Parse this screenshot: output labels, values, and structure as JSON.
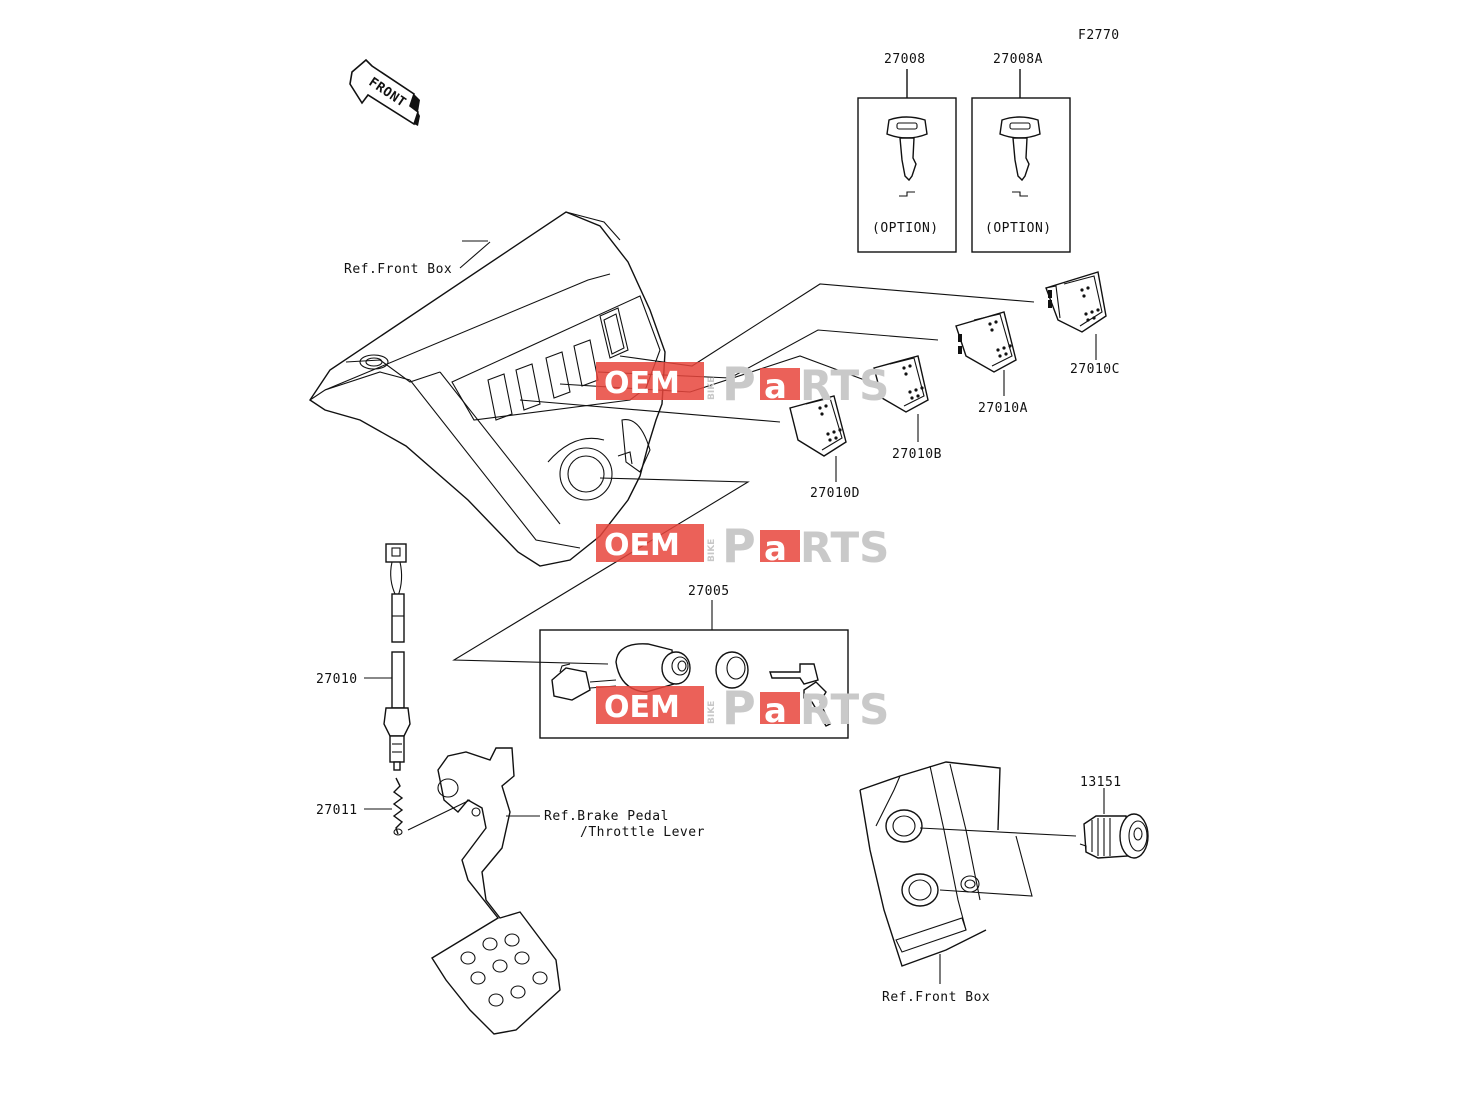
{
  "figure_code": "F2770",
  "front_arrow_label": "FRONT",
  "parts": [
    {
      "number": "27008",
      "note": "(OPTION)"
    },
    {
      "number": "27008A",
      "note": "(OPTION)"
    },
    {
      "number": "27010C"
    },
    {
      "number": "27010A"
    },
    {
      "number": "27010B"
    },
    {
      "number": "27010D"
    },
    {
      "number": "27005"
    },
    {
      "number": "27010"
    },
    {
      "number": "27011"
    },
    {
      "number": "13151"
    }
  ],
  "references": {
    "front_box_top": "Ref.Front Box",
    "brake_pedal_line1": "Ref.Brake Pedal",
    "brake_pedal_line2": "/Throttle Lever",
    "front_box_bottom": "Ref.Front Box"
  },
  "watermark": {
    "oem": "OEM",
    "bike": "BIKE",
    "p": "P",
    "a": "a",
    "rts": "RTS"
  },
  "colors": {
    "watermark_red": "#e8453c",
    "watermark_gray": "#c9c9c9",
    "line": "#111111"
  }
}
